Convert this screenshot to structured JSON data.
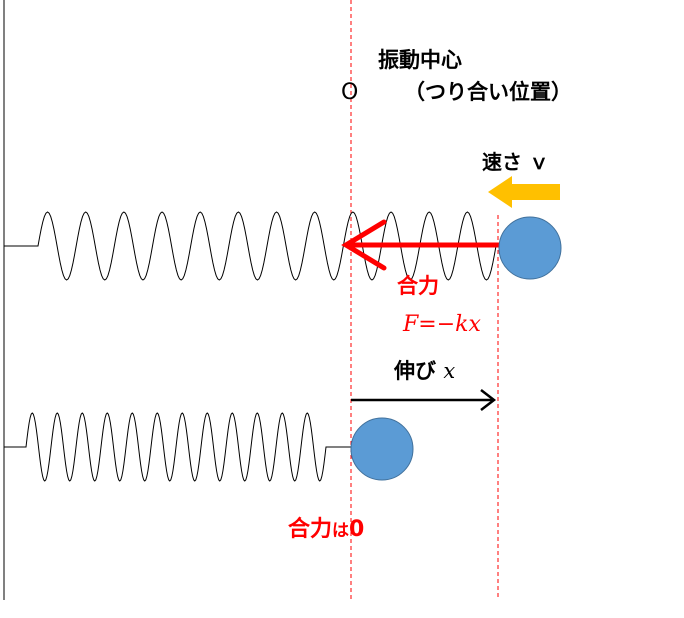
{
  "labels": {
    "center_title": "振動中心",
    "center_sub": "（つり合い位置）",
    "origin": "O",
    "speed": "速さ ｖ",
    "net_force": "合力",
    "force_eq": "F=−kx",
    "extension_text": "伸び",
    "extension_var": "x",
    "zero_force_main": "合力",
    "zero_force_ha": "は",
    "zero_force_zero": "0"
  },
  "colors": {
    "force_arrow": "#ff0000",
    "velocity_arrow": "#ffc000",
    "ball_fill": "#5b9bd5",
    "ball_stroke": "#41719c",
    "guide_line": "#ff0000",
    "spring": "#000000"
  }
}
